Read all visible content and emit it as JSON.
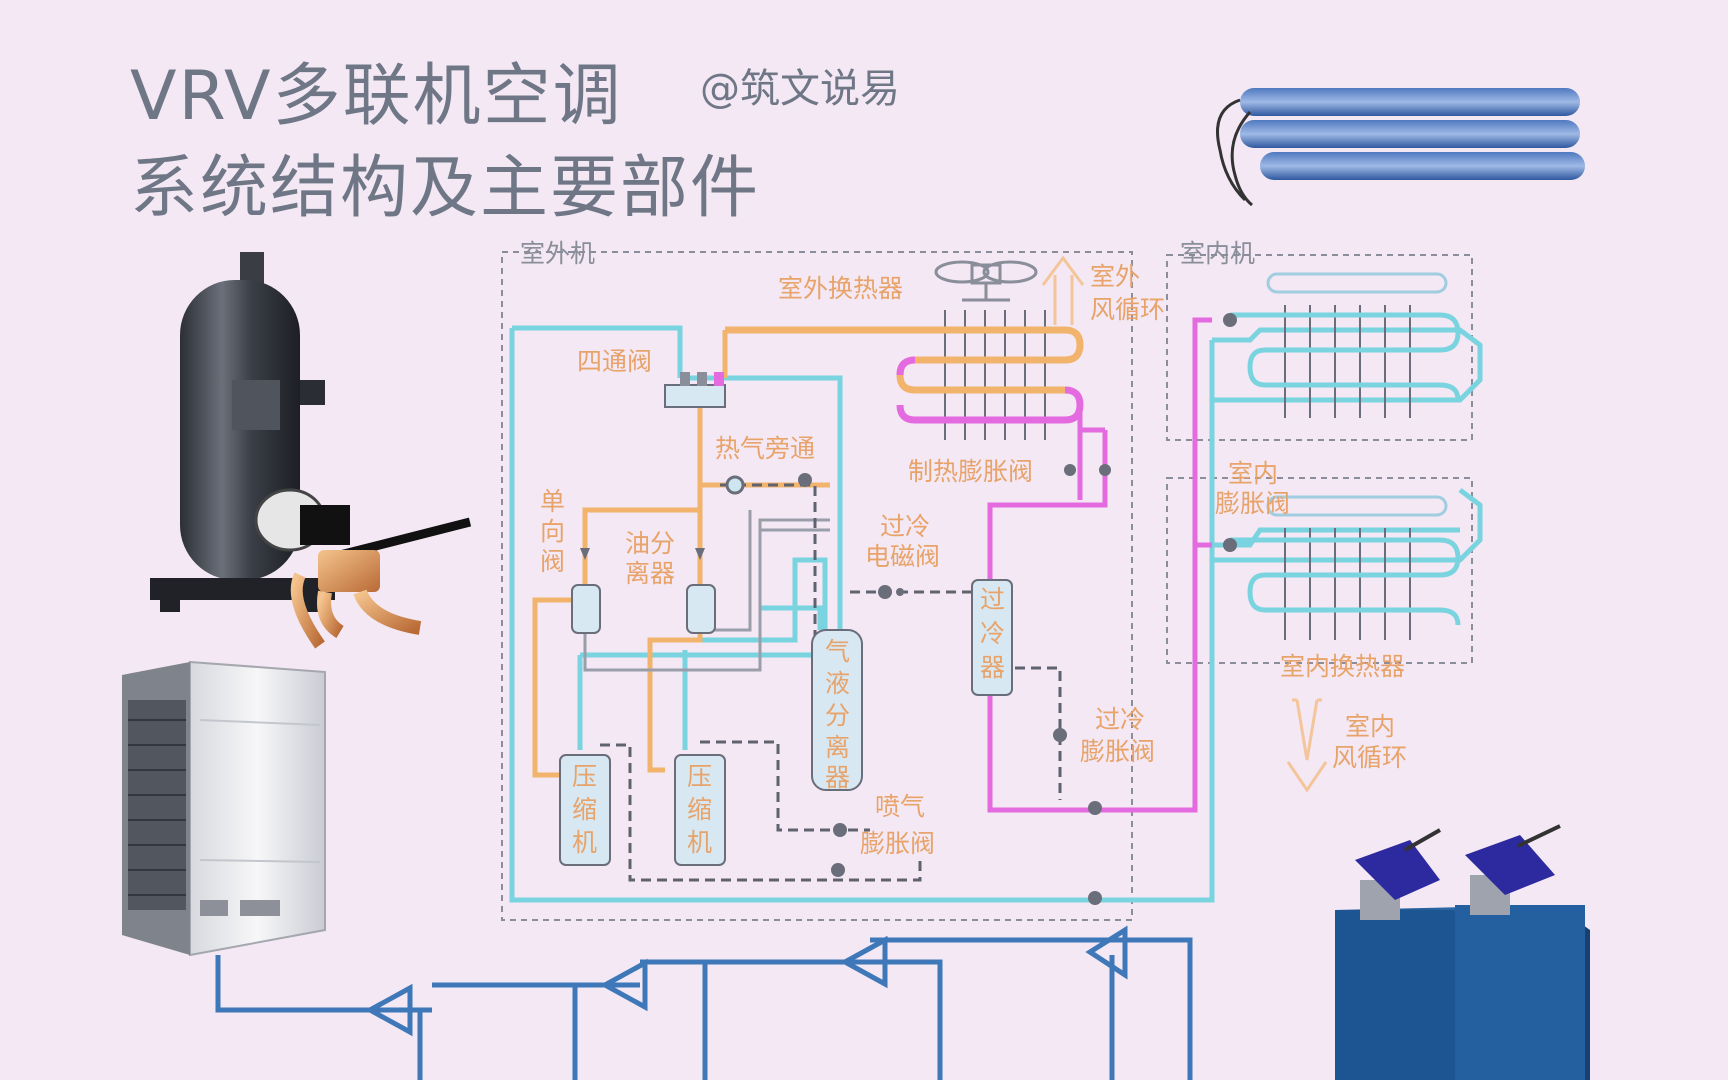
{
  "title": {
    "line1": "VRV多联机空调",
    "line2": "系统结构及主要部件",
    "watermark": "@筑文说易"
  },
  "diagram": {
    "section_outdoor": "室外机",
    "section_indoor": "室内机",
    "labels": {
      "outdoor_hx": "室外换热器",
      "outdoor_air_1": "室外",
      "outdoor_air_2": "风循环",
      "four_way": "四通阀",
      "hot_gas_bypass": "热气旁通",
      "heat_exp_valve": "制热膨胀阀",
      "check_1": "单",
      "check_2": "向",
      "check_3": "阀",
      "oil_sep_1": "油分",
      "oil_sep_2": "离器",
      "subcool_sol_1": "过冷",
      "subcool_sol_2": "电磁阀",
      "subcooler_1": "过",
      "subcooler_2": "冷",
      "subcooler_3": "器",
      "gl_sep_1": "气",
      "gl_sep_2": "液",
      "gl_sep_3": "分",
      "gl_sep_4": "离",
      "gl_sep_5": "器",
      "comp_a_1": "压",
      "comp_a_2": "缩",
      "comp_a_3": "机",
      "comp_b_1": "压",
      "comp_b_2": "缩",
      "comp_b_3": "机",
      "subcool_exp_1": "过冷",
      "subcool_exp_2": "膨胀阀",
      "inj_exp_1": "喷气",
      "inj_exp_2": "膨胀阀",
      "indoor_exp_1": "室内",
      "indoor_exp_2": "膨胀阀",
      "indoor_hx": "室内换热器",
      "indoor_air_1": "室内",
      "indoor_air_2": "风循环"
    }
  },
  "colors": {
    "orange": "#f2b36c",
    "cyan": "#7ad4e0",
    "magenta": "#e46ae0",
    "blue": "#3f78b8",
    "dashed": "#5f6370",
    "title": "#6f7787"
  },
  "icons": [
    "compressor-icon",
    "reversing-valve-icon",
    "outdoor-unit-icon",
    "coil-icon",
    "branch-joint-icon",
    "fan-icon"
  ]
}
